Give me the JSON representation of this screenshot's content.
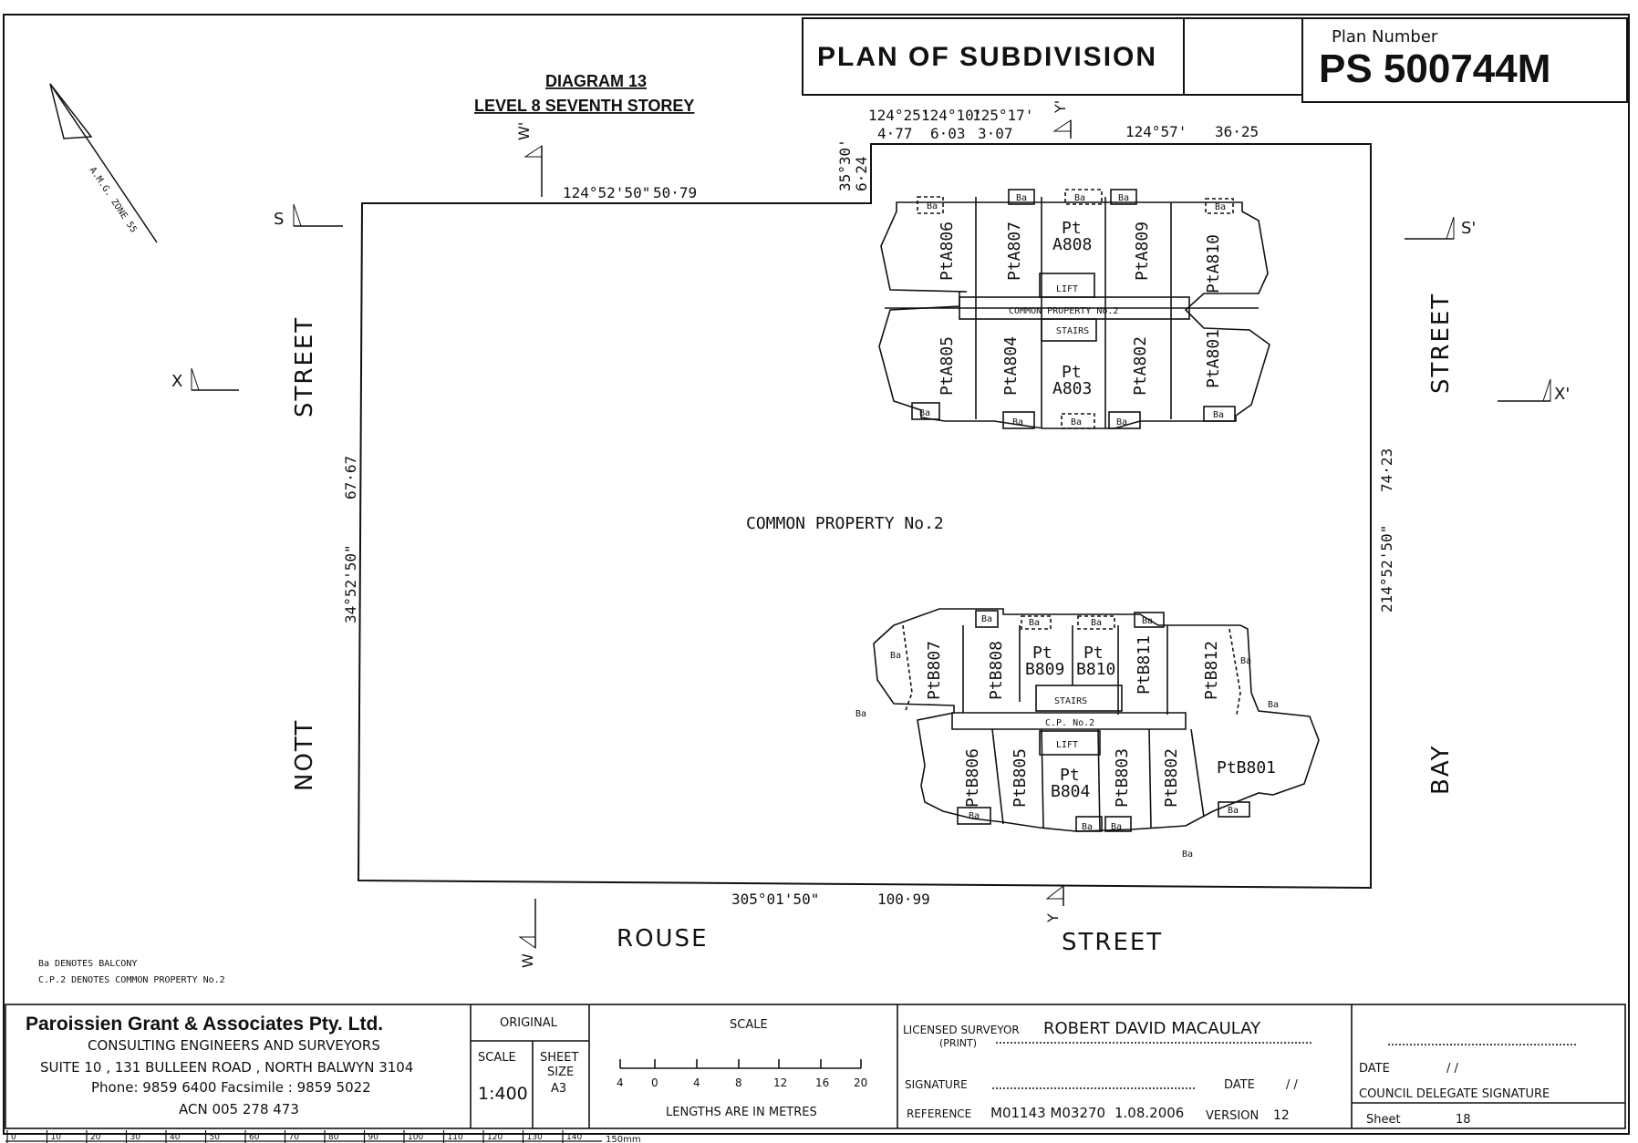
{
  "header": {
    "plan_title": "PLAN OF SUBDIVISION",
    "plan_number_label": "Plan Number",
    "plan_number": "PS 500744M"
  },
  "diagram": {
    "title": "DIAGRAM 13",
    "subtitle": "LEVEL 8   SEVENTH STOREY",
    "north_label": "A.M.G. ZONE 55",
    "common_property_main": "COMMON PROPERTY No.2",
    "common_property_upper": "COMMON PROPERTY No.2",
    "cp_lower": "C.P. No.2",
    "lift": "LIFT",
    "stairs": "STAIRS",
    "balcony": "Ba",
    "lots_a": [
      "PtA806",
      "PtA807",
      "Pt",
      "A808",
      "PtA809",
      "PtA810",
      "PtA805",
      "PtA804",
      "Pt",
      "A803",
      "PtA802",
      "PtA801"
    ],
    "lots_b": [
      "PtB807",
      "PtB808",
      "Pt",
      "B809",
      "Pt",
      "B810",
      "PtB811",
      "PtB812",
      "PtB806",
      "PtB805",
      "Pt",
      "B804",
      "PtB803",
      "PtB802",
      "PtB801"
    ]
  },
  "dimensions": {
    "top_left_bearing": "124°52'50\"",
    "top_left_length": "50·79",
    "step_bearing": "35°30'",
    "step_length": "6·24",
    "seg1_bearing": "124°25'",
    "seg1_length": "4·77",
    "seg2_bearing": "124°10'",
    "seg2_length": "6·03",
    "seg3_bearing": "125°17'",
    "seg3_length": "3·07",
    "top_right_bearing": "124°57'",
    "top_right_length": "36·25",
    "left_bearing": "34°52'50\"",
    "left_length": "67·67",
    "right_bearing": "214°52'50\"",
    "right_length": "74·23",
    "bottom_bearing": "305°01'50\"",
    "bottom_length": "100·99"
  },
  "sections": {
    "s": "S",
    "s_prime": "S'",
    "x": "X",
    "x_prime": "X'",
    "w": "W",
    "w_prime": "W'",
    "y": "Y",
    "y_prime": "Y'"
  },
  "streets": {
    "nott_1": "STREET",
    "nott_2": "NOTT",
    "bay_1": "STREET",
    "bay_2": "BAY",
    "rouse_1": "ROUSE",
    "rouse_2": "STREET"
  },
  "notes": {
    "line1": "Ba  DENOTES BALCONY",
    "line2": "C.P.2  DENOTES COMMON PROPERTY No.2"
  },
  "title_block": {
    "firm": "Paroissien Grant & Associates Pty. Ltd.",
    "firm_line2": "CONSULTING ENGINEERS AND SURVEYORS",
    "firm_line3": "SUITE 10 , 131 BULLEEN ROAD , NORTH BALWYN 3104",
    "firm_line4": "Phone: 9859 6400 Facsimile : 9859 5022",
    "firm_line5": "ACN 005 278 473",
    "original_label": "ORIGINAL",
    "scale_label": "SCALE",
    "scale_value": "1:400",
    "sheet_size_label1": "SHEET",
    "sheet_size_label2": "SIZE",
    "sheet_size_value": "A3",
    "scale_title": "SCALE",
    "scale_ticks": [
      "4",
      "0",
      "4",
      "8",
      "12",
      "16",
      "20"
    ],
    "lengths_note": "LENGTHS ARE IN METRES",
    "surveyor_label": "LICENSED SURVEYOR",
    "surveyor_print": "(PRINT)",
    "surveyor_name": "ROBERT DAVID MACAULAY",
    "signature_label": "SIGNATURE",
    "date_label": "DATE",
    "date_value": "/   /",
    "reference_label": "REFERENCE",
    "reference_value": "M01143 M03270",
    "ref_date": "1.08.2006",
    "version_label": "VERSION",
    "version_value": "12",
    "council_date_label": "DATE",
    "council_date_value": "/   /",
    "council_sig_label": "COUNCIL DELEGATE SIGNATURE",
    "sheet_label": "Sheet",
    "sheet_value": "18"
  },
  "ruler": {
    "ticks": [
      "0",
      "10",
      "20",
      "30",
      "40",
      "50",
      "60",
      "70",
      "80",
      "90",
      "100",
      "110",
      "120",
      "130",
      "140"
    ],
    "end_label": "150mm"
  }
}
